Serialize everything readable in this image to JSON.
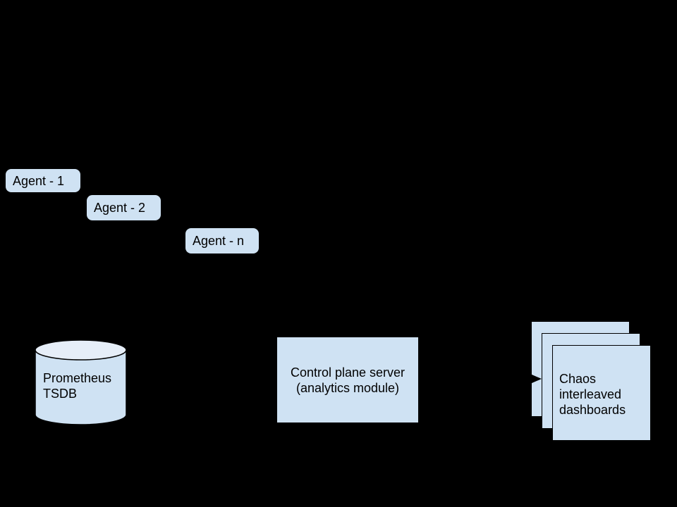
{
  "diagram": {
    "colors": {
      "background": "#000000",
      "node_fill": "#cfe2f3",
      "node_fill_top": "#e6eef8",
      "outline": "#000000",
      "text": "#000000"
    },
    "agents": [
      {
        "label": "Agent - 1"
      },
      {
        "label": "Agent - 2"
      },
      {
        "label": "Agent - n"
      }
    ],
    "datastore": {
      "label": "Prometheus\nTSDB"
    },
    "server": {
      "label": "Control plane server\n(analytics module)"
    },
    "dashboards": {
      "label": "Chaos\ninterleaved\ndashboards"
    }
  }
}
